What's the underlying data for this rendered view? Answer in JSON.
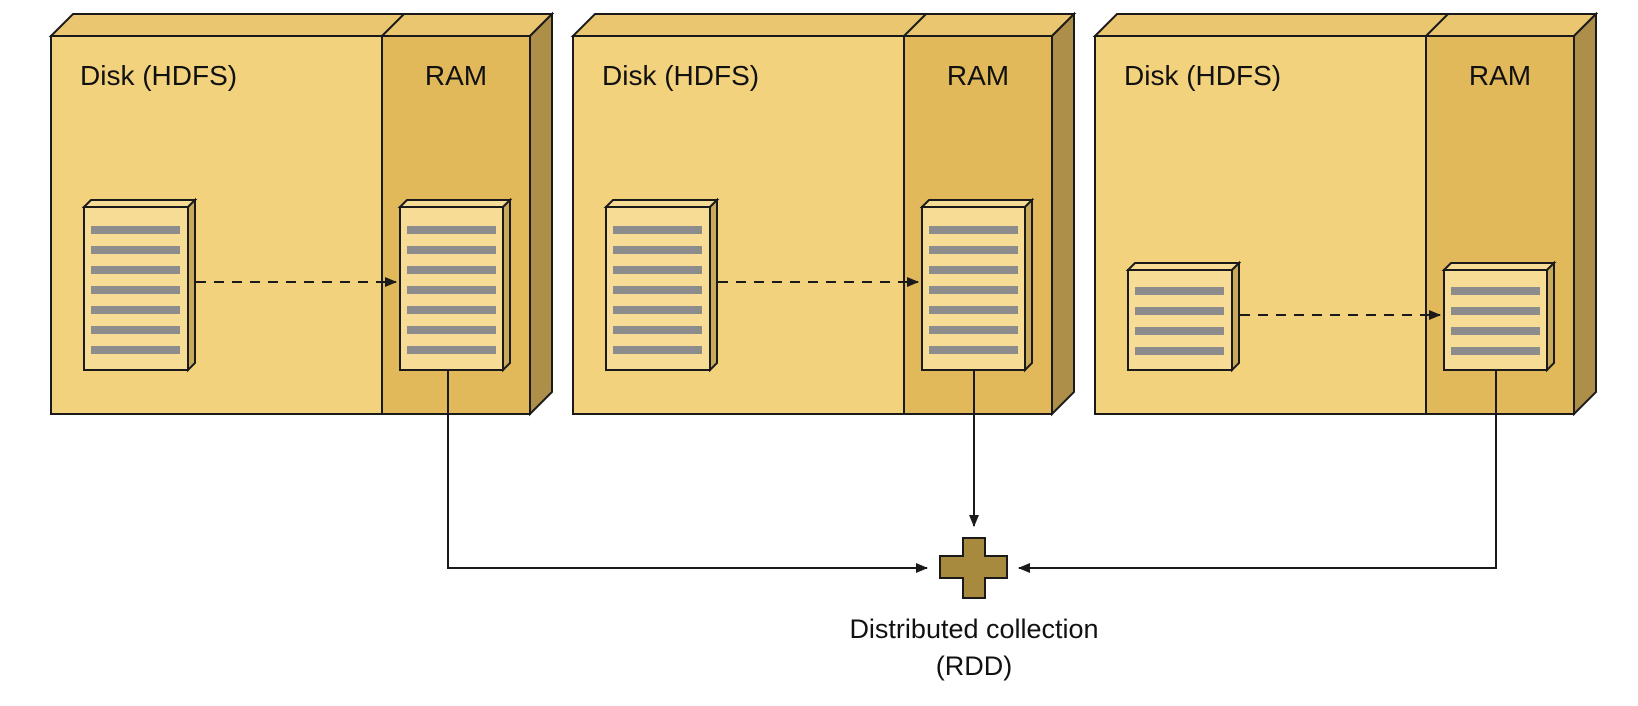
{
  "nodes": [
    {
      "disk_label": "Disk (HDFS)",
      "ram_label": "RAM"
    },
    {
      "disk_label": "Disk (HDFS)",
      "ram_label": "RAM"
    },
    {
      "disk_label": "Disk (HDFS)",
      "ram_label": "RAM"
    }
  ],
  "collection": {
    "label_line1": "Distributed collection",
    "label_line2": "(RDD)",
    "icon": "plus-icon"
  },
  "colors": {
    "disk_fill": "#f3d27e",
    "ram_fill": "#e1b85a",
    "top_face": "#ebc670",
    "side_face": "#ad8f4a",
    "block_fill": "#f6dc94",
    "block_line": "#8c8c8c",
    "plus_fill": "#a88a3e",
    "stroke": "#1a1a1a"
  }
}
